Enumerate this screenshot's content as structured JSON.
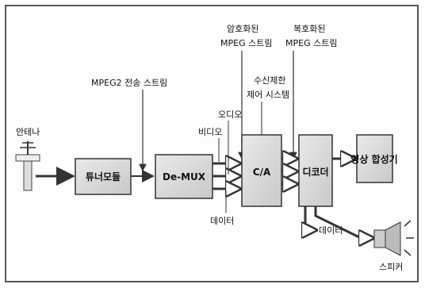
{
  "labels": {
    "antenna": "안테나",
    "mpeg2_stream": "MPEG2 전송 스트림",
    "video": "비디오",
    "audio": "오디오",
    "data_bottom": "데이터",
    "encrypted_line1": "암호화된",
    "encrypted_line2": "MPEG 스트림",
    "cas_line1": "수신제한",
    "cas_line2": "제어 시스템",
    "decrypted_line1": "복호화된",
    "decrypted_line2": "MPEG 스트림",
    "data_right": "데이터",
    "speaker": "스피커"
  },
  "boxes": {
    "tuner": "튜너모듈",
    "demux": "De-MUX",
    "ca": "C/A",
    "decoder": "디코더",
    "video_processor": "영상 합성기"
  }
}
